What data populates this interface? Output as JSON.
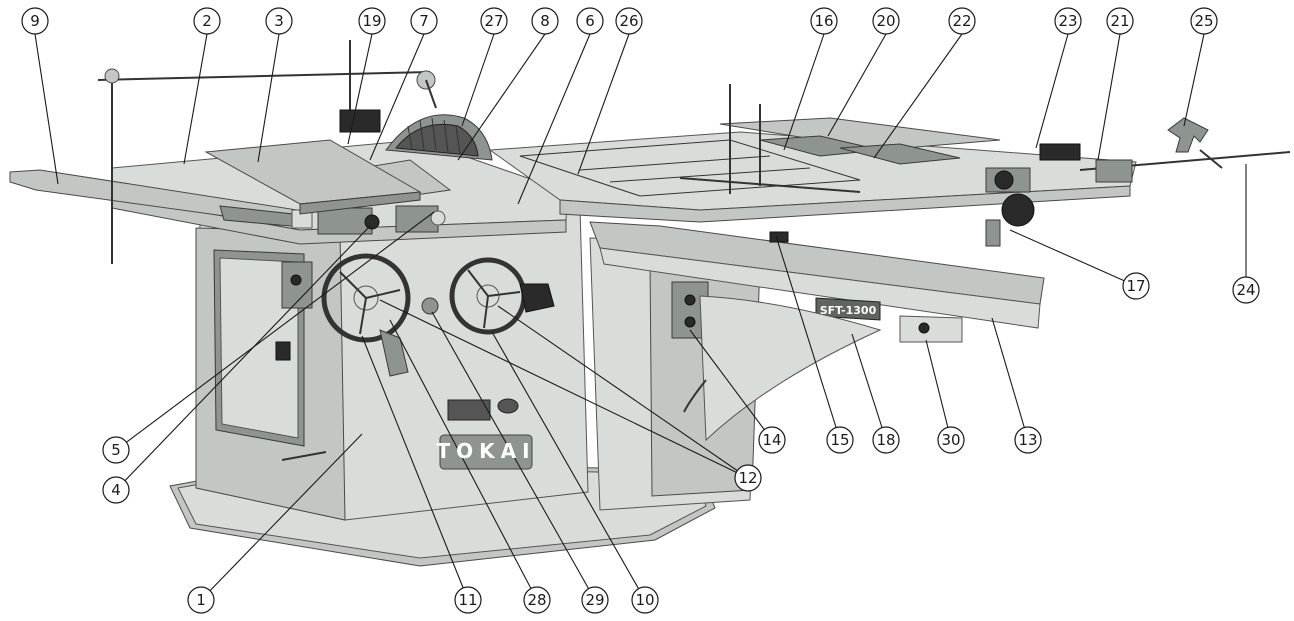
{
  "machine": {
    "brand_plate": "TOKAI",
    "model_plate": "SFT-1300"
  },
  "callouts": [
    {
      "label": "9"
    },
    {
      "label": "2"
    },
    {
      "label": "3"
    },
    {
      "label": "19"
    },
    {
      "label": "7"
    },
    {
      "label": "27"
    },
    {
      "label": "8"
    },
    {
      "label": "6"
    },
    {
      "label": "26"
    },
    {
      "label": "16"
    },
    {
      "label": "20"
    },
    {
      "label": "22"
    },
    {
      "label": "23"
    },
    {
      "label": "21"
    },
    {
      "label": "25"
    },
    {
      "label": "17"
    },
    {
      "label": "24"
    },
    {
      "label": "5"
    },
    {
      "label": "4"
    },
    {
      "label": "14"
    },
    {
      "label": "15"
    },
    {
      "label": "18"
    },
    {
      "label": "30"
    },
    {
      "label": "13"
    },
    {
      "label": "12"
    },
    {
      "label": "1"
    },
    {
      "label": "11"
    },
    {
      "label": "28"
    },
    {
      "label": "29"
    },
    {
      "label": "10"
    }
  ],
  "colors": {
    "body": "#c8cdc9",
    "outline": "#1a1a1a",
    "background": "#ffffff"
  }
}
